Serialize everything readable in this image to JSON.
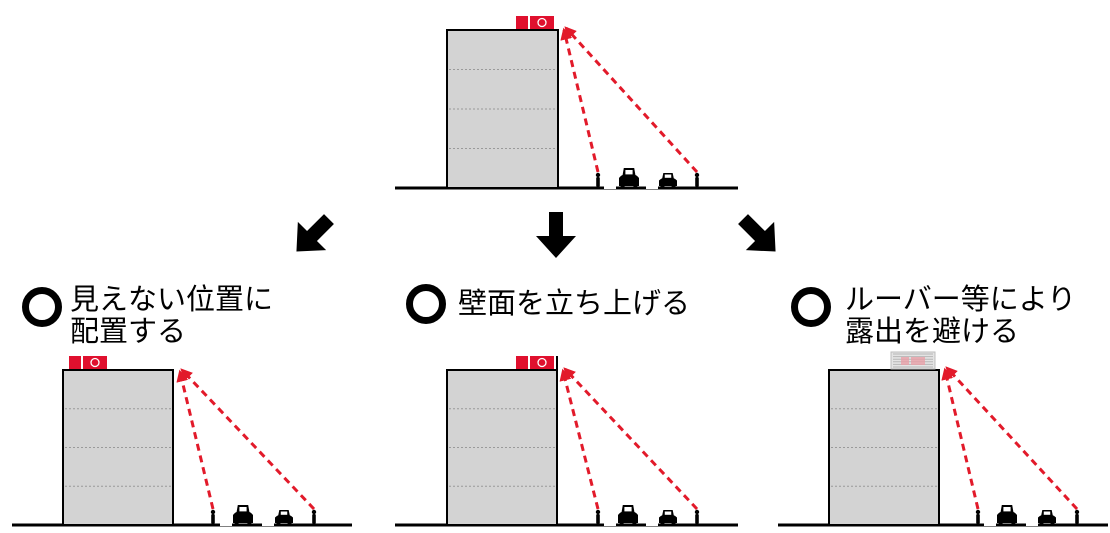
{
  "colors": {
    "building_fill": "#d3d3d3",
    "building_stroke": "#000000",
    "floor_line": "#9a9a9a",
    "sightline": "#e21a2a",
    "equipment": "#e0102e",
    "louver": "#e4e4e4",
    "ground": "#000000",
    "arrow": "#000000"
  },
  "options": [
    {
      "marker": "○",
      "lines": [
        "見えない位置に",
        "配置する"
      ],
      "strategy": "hidden-position"
    },
    {
      "marker": "○",
      "lines": [
        "壁面を立ち上げる"
      ],
      "strategy": "raised-parapet"
    },
    {
      "marker": "○",
      "lines": [
        "ルーバー等により",
        "露出を避ける"
      ],
      "strategy": "louver-screen"
    }
  ],
  "icons": {
    "arrow_left": "arrow-down-left-icon",
    "arrow_center": "arrow-down-icon",
    "arrow_right": "arrow-down-right-icon",
    "pedestrian": "pedestrian-icon",
    "car": "car-icon",
    "equipment": "rooftop-equipment-icon"
  }
}
